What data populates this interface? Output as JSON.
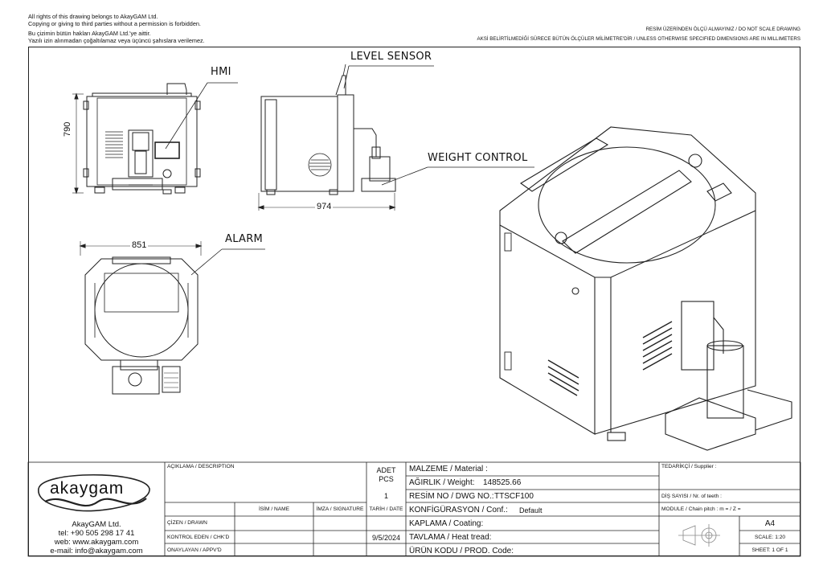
{
  "copyright": {
    "line1": "All rights of this drawing belongs to AkayGAM Ltd.",
    "line2": "Copying or giving to third parties without a permission is forbidden.",
    "line3": "Bu çizimin bütün hakları AkayGAM Ltd.'ye aittir.",
    "line4": "Yazılı izin alınmadan çoğaltılamaz veya üçüncü şahıslara verilemez."
  },
  "notes": {
    "do_not_scale": "RESİM ÜZERİNDEN ÖLÇÜ ALMAYINIZ / DO NOT SCALE DRAWING",
    "units": "AKSİ BELİRTİLMEDİĞİ SÜRECE BÜTÜN ÖLÇÜLER MİLİMETRE'DİR / UNLESS OTHERWISE SPECIFIED DIMENSIONS ARE IN MILLIMETERS"
  },
  "callouts": {
    "hmi": "HMI",
    "level_sensor": "LEVEL SENSOR",
    "weight_control": "WEIGHT CONTROL",
    "alarm": "ALARM"
  },
  "dimensions": {
    "height": "790",
    "length": "974",
    "width": "851"
  },
  "title_block": {
    "company_logo_text": "akaygam",
    "company": "AkayGAM Ltd.",
    "tel": "tel: +90 505 298 17 41",
    "web": "web: www.akaygam.com",
    "email": "e-mail: info@akaygam.com",
    "description_label": "AÇIKLAMA / DESCRIPTION",
    "qty_label_1": "ADET",
    "qty_label_2": "PCS",
    "qty_value": "1",
    "name_label": "İSİM / NAME",
    "signature_label": "İMZA / SIGNATURE",
    "date_label": "TARİH / DATE",
    "drawn_label": "ÇİZEN / DRAWN",
    "checked_label": "KONTROL EDEN / CHK'D",
    "approved_label": "ONAYLAYAN / APPV'D",
    "checked_date": "9/5/2024",
    "material_label": "MALZEME / Material :",
    "weight_label": "AĞIRLIK / Weight:",
    "weight_value": "148525.66",
    "dwg_label": "RESİM NO / DWG NO.:",
    "dwg_value": "TTSCF100",
    "conf_label": "KONFİGÜRASYON / Conf.:",
    "conf_value": "Default",
    "coating_label": "KAPLAMA / Coating:",
    "heat_label": "TAVLAMA / Heat tread:",
    "prod_label": "ÜRÜN KODU / PROD. Code:",
    "supplier_label": "TEDARİKÇİ / Supplier :",
    "teeth_label": "DİŞ SAYISI / Nr. of teeth :",
    "module_label": "MODULE / Chain pitch : m = / Z =",
    "size_value": "A4",
    "scale_label": "SCALE: 1:20",
    "sheet_label": "SHEET: 1 OF 1"
  },
  "colors": {
    "line": "#222222",
    "logo_blue": "#2a2a2a"
  }
}
